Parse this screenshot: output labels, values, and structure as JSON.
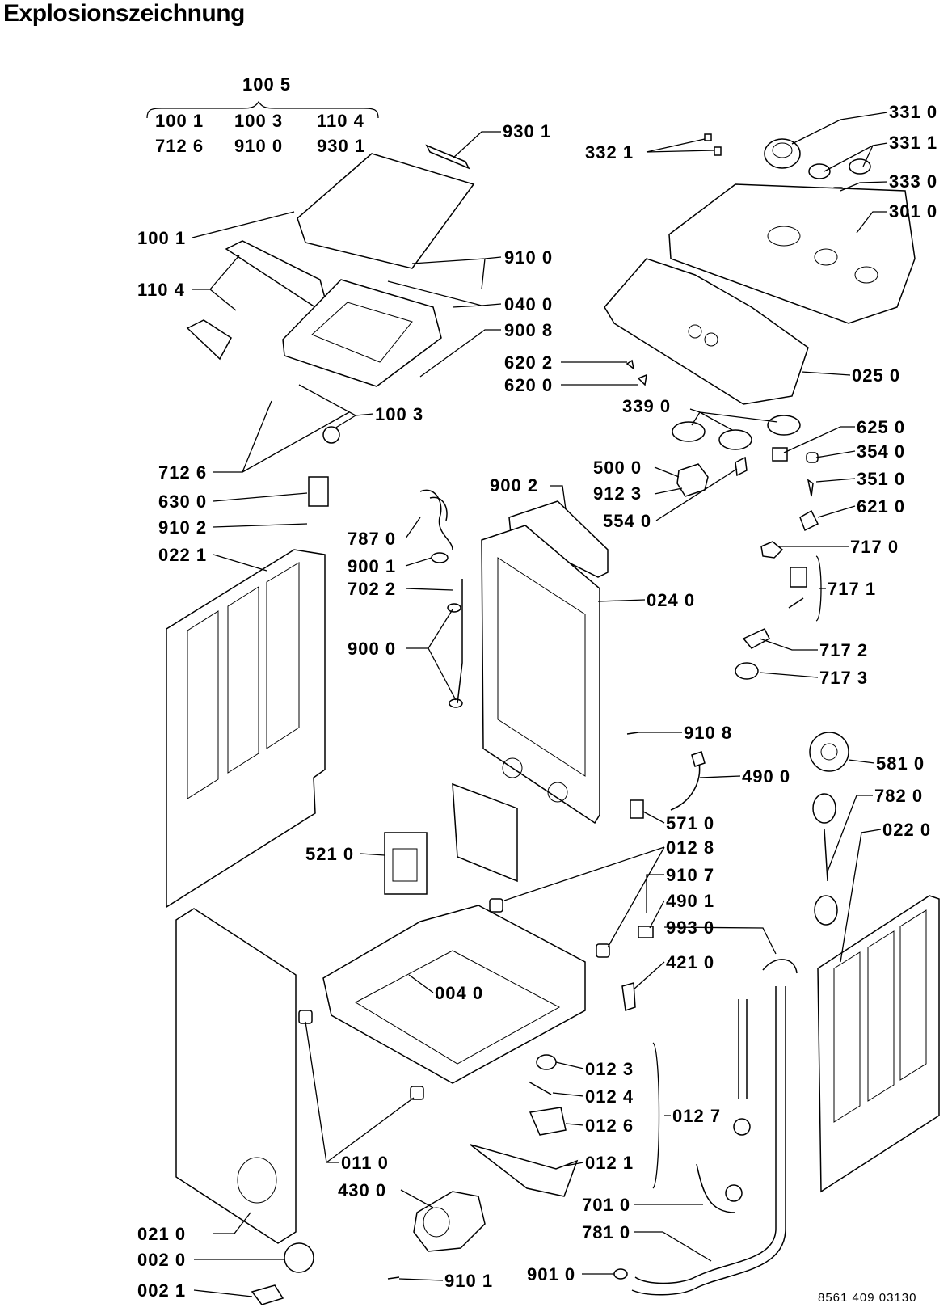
{
  "title": "Explosionszeichnung",
  "drawing_number": "8561 409 03130",
  "group": {
    "label": "100 5",
    "members": [
      "100 1",
      "100 3",
      "110 4",
      "712 6",
      "910 0",
      "930 1"
    ]
  },
  "parts": [
    {
      "id": "p930-1",
      "code": "930 1"
    },
    {
      "id": "p332-1",
      "code": "332 1"
    },
    {
      "id": "p331-0",
      "code": "331 0"
    },
    {
      "id": "p331-1",
      "code": "331 1"
    },
    {
      "id": "p333-0",
      "code": "333 0"
    },
    {
      "id": "p301-0",
      "code": "301 0"
    },
    {
      "id": "p100-1",
      "code": "100 1"
    },
    {
      "id": "p910-0",
      "code": "910 0"
    },
    {
      "id": "p110-4",
      "code": "110 4"
    },
    {
      "id": "p040-0",
      "code": "040 0"
    },
    {
      "id": "p900-8",
      "code": "900 8"
    },
    {
      "id": "p620-2",
      "code": "620 2"
    },
    {
      "id": "p620-0",
      "code": "620 0"
    },
    {
      "id": "p025-0",
      "code": "025 0"
    },
    {
      "id": "p100-3",
      "code": "100 3"
    },
    {
      "id": "p339-0",
      "code": "339 0"
    },
    {
      "id": "p625-0",
      "code": "625 0"
    },
    {
      "id": "p354-0",
      "code": "354 0"
    },
    {
      "id": "p500-0",
      "code": "500 0"
    },
    {
      "id": "p712-6",
      "code": "712 6"
    },
    {
      "id": "p351-0",
      "code": "351 0"
    },
    {
      "id": "p912-3",
      "code": "912 3"
    },
    {
      "id": "p900-2",
      "code": "900 2"
    },
    {
      "id": "p630-0",
      "code": "630 0"
    },
    {
      "id": "p621-0",
      "code": "621 0"
    },
    {
      "id": "p554-0",
      "code": "554 0"
    },
    {
      "id": "p910-2",
      "code": "910 2"
    },
    {
      "id": "p787-0",
      "code": "787 0"
    },
    {
      "id": "p022-1",
      "code": "022 1"
    },
    {
      "id": "p717-0",
      "code": "717 0"
    },
    {
      "id": "p900-1",
      "code": "900 1"
    },
    {
      "id": "p702-2",
      "code": "702 2"
    },
    {
      "id": "p717-1",
      "code": "717 1"
    },
    {
      "id": "p024-0",
      "code": "024 0"
    },
    {
      "id": "p900-0",
      "code": "900 0"
    },
    {
      "id": "p717-2",
      "code": "717 2"
    },
    {
      "id": "p717-3",
      "code": "717 3"
    },
    {
      "id": "p910-8",
      "code": "910 8"
    },
    {
      "id": "p581-0",
      "code": "581 0"
    },
    {
      "id": "p490-0",
      "code": "490 0"
    },
    {
      "id": "p782-0",
      "code": "782 0"
    },
    {
      "id": "p571-0",
      "code": "571 0"
    },
    {
      "id": "p022-0",
      "code": "022 0"
    },
    {
      "id": "p012-8",
      "code": "012 8"
    },
    {
      "id": "p521-0",
      "code": "521 0"
    },
    {
      "id": "p910-7",
      "code": "910 7"
    },
    {
      "id": "p490-1",
      "code": "490 1"
    },
    {
      "id": "p993-0",
      "code": "993 0"
    },
    {
      "id": "p421-0",
      "code": "421 0"
    },
    {
      "id": "p004-0",
      "code": "004 0"
    },
    {
      "id": "p012-3",
      "code": "012 3"
    },
    {
      "id": "p012-4",
      "code": "012 4"
    },
    {
      "id": "p012-7",
      "code": "012 7"
    },
    {
      "id": "p012-6",
      "code": "012 6"
    },
    {
      "id": "p011-0",
      "code": "011 0"
    },
    {
      "id": "p012-1",
      "code": "012 1"
    },
    {
      "id": "p430-0",
      "code": "430 0"
    },
    {
      "id": "p701-0",
      "code": "701 0"
    },
    {
      "id": "p021-0",
      "code": "021 0"
    },
    {
      "id": "p781-0",
      "code": "781 0"
    },
    {
      "id": "p002-0",
      "code": "002 0"
    },
    {
      "id": "p901-0",
      "code": "901 0"
    },
    {
      "id": "p910-1",
      "code": "910 1"
    },
    {
      "id": "p002-1",
      "code": "002 1"
    }
  ]
}
